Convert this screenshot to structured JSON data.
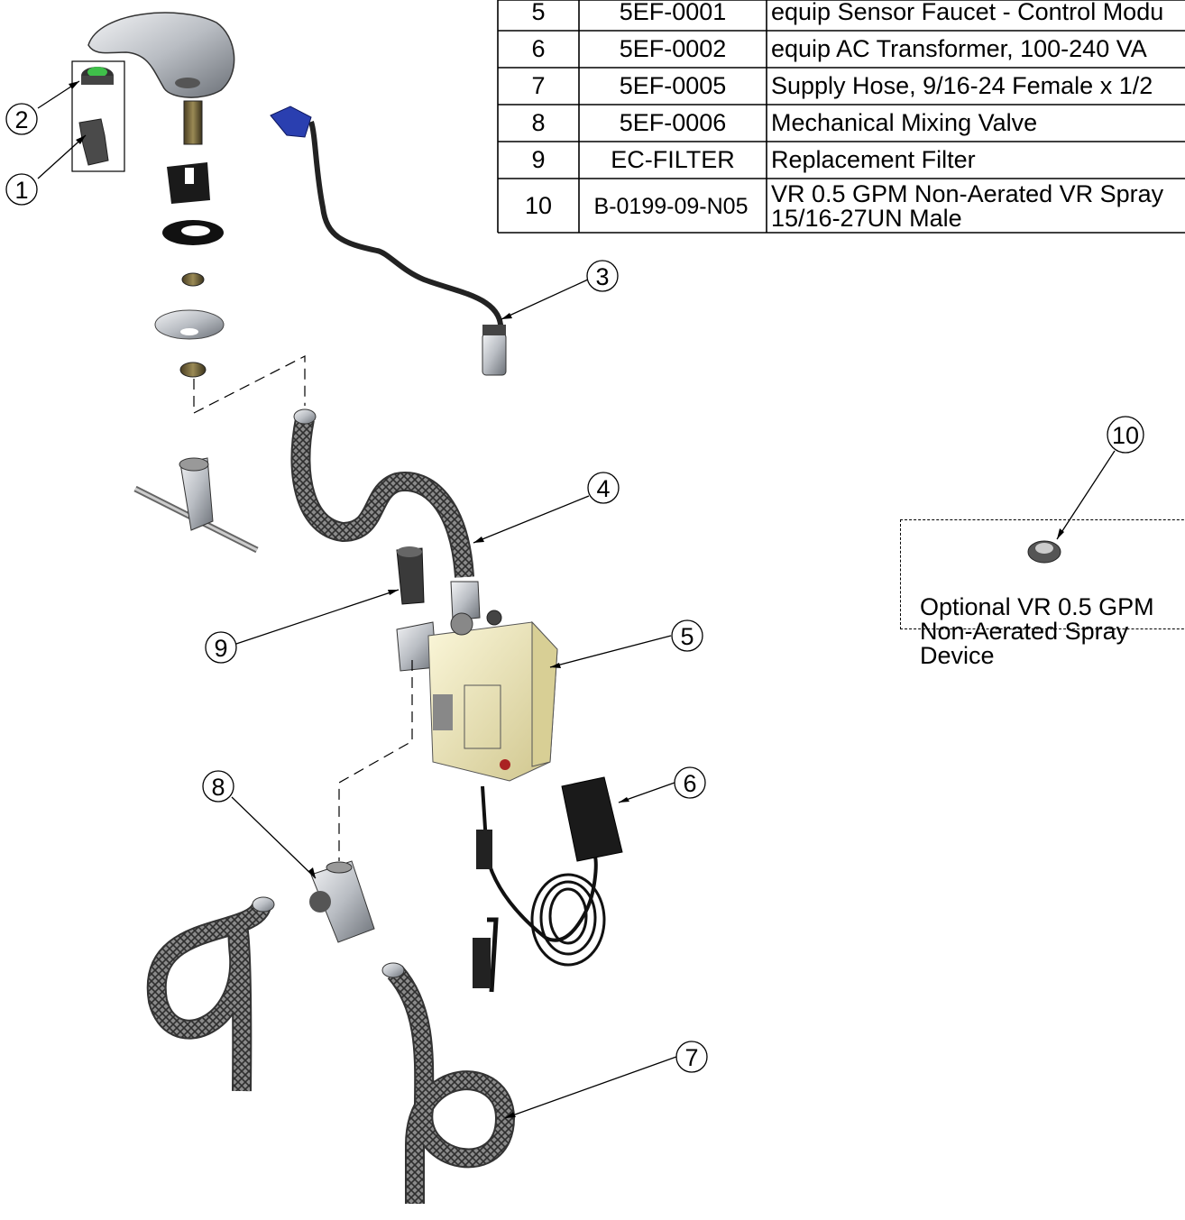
{
  "parts_table": {
    "rows": [
      {
        "item": "5",
        "part_number": "5EF-0001",
        "description": "equip Sensor Faucet - Control Modu"
      },
      {
        "item": "6",
        "part_number": "5EF-0002",
        "description": "equip AC Transformer, 100-240 VA"
      },
      {
        "item": "7",
        "part_number": "5EF-0005",
        "description": "Supply Hose,  9/16-24 Female x 1/2"
      },
      {
        "item": "8",
        "part_number": "5EF-0006",
        "description": "Mechanical Mixing Valve"
      },
      {
        "item": "9",
        "part_number": "EC-FILTER",
        "description": "Replacement Filter"
      },
      {
        "item": "10",
        "part_number": "B-0199-09-N05",
        "description": "VR 0.5 GPM Non-Aerated VR Spray",
        "description_line2": "15/16-27UN Male"
      }
    ]
  },
  "callouts": {
    "c1": "1",
    "c2": "2",
    "c3": "3",
    "c4": "4",
    "c5": "5",
    "c6": "6",
    "c7": "7",
    "c8": "8",
    "c9": "9",
    "c10": "10"
  },
  "optional": {
    "line1": "Optional VR 0.5 GPM",
    "line2": "Non-Aerated Spray",
    "line3": "Device"
  },
  "colors": {
    "line": "#000000",
    "chrome": "#b8bcc2",
    "hose": "#555555",
    "module": "#ece6b8",
    "sensor_blue": "#2a3fb0",
    "aerator_green": "#3fbf4a"
  }
}
